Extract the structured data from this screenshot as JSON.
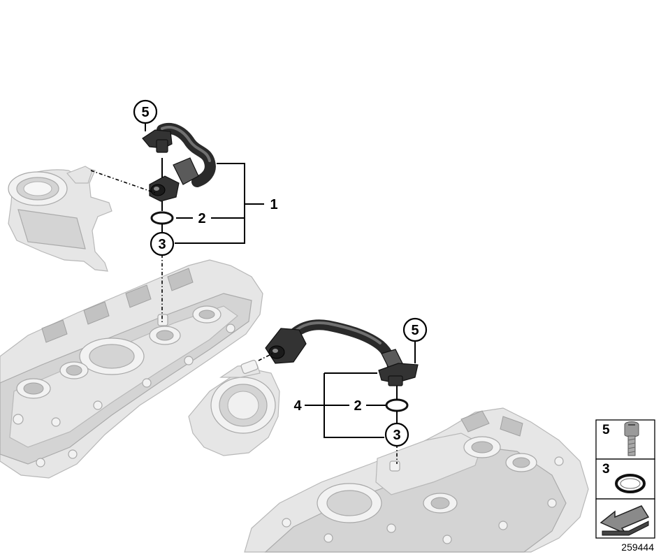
{
  "diagram": {
    "diagram_number": "259444",
    "callouts": {
      "top_hose_screw": "5",
      "assembly_upper": "1",
      "seal_upper": "2",
      "ring_upper": "3",
      "bottom_hose_screw": "5",
      "assembly_lower": "4",
      "seal_lower": "2",
      "ring_lower": "3"
    },
    "legend": [
      {
        "number": "5",
        "icon": "screw-icon"
      },
      {
        "number": "3",
        "icon": "o-ring-icon"
      },
      {
        "number": "",
        "icon": "arrow-icon"
      }
    ]
  }
}
